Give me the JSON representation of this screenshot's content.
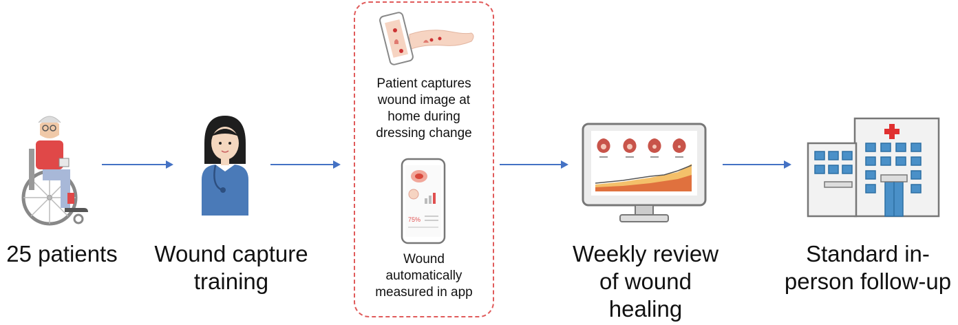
{
  "steps": [
    {
      "label": "25 patients",
      "icon": "wheelchair-patient-icon"
    },
    {
      "label": "Wound capture training",
      "icon": "nurse-icon"
    },
    {
      "label_top": "Patient captures wound image at home during dressing change",
      "label_bottom": "Wound automatically measured in app",
      "app_percent": "75%",
      "icons": [
        "phone-photographing-leg-icon",
        "smartphone-app-icon"
      ]
    },
    {
      "label": "Weekly review of wound healing",
      "icon": "monitor-dashboard-icon"
    },
    {
      "label": "Standard in-person follow-up",
      "icon": "hospital-icon"
    }
  ],
  "colors": {
    "arrow": "#4472c4",
    "dashed_border": "#e05a5a",
    "accent_red": "#e03030"
  }
}
